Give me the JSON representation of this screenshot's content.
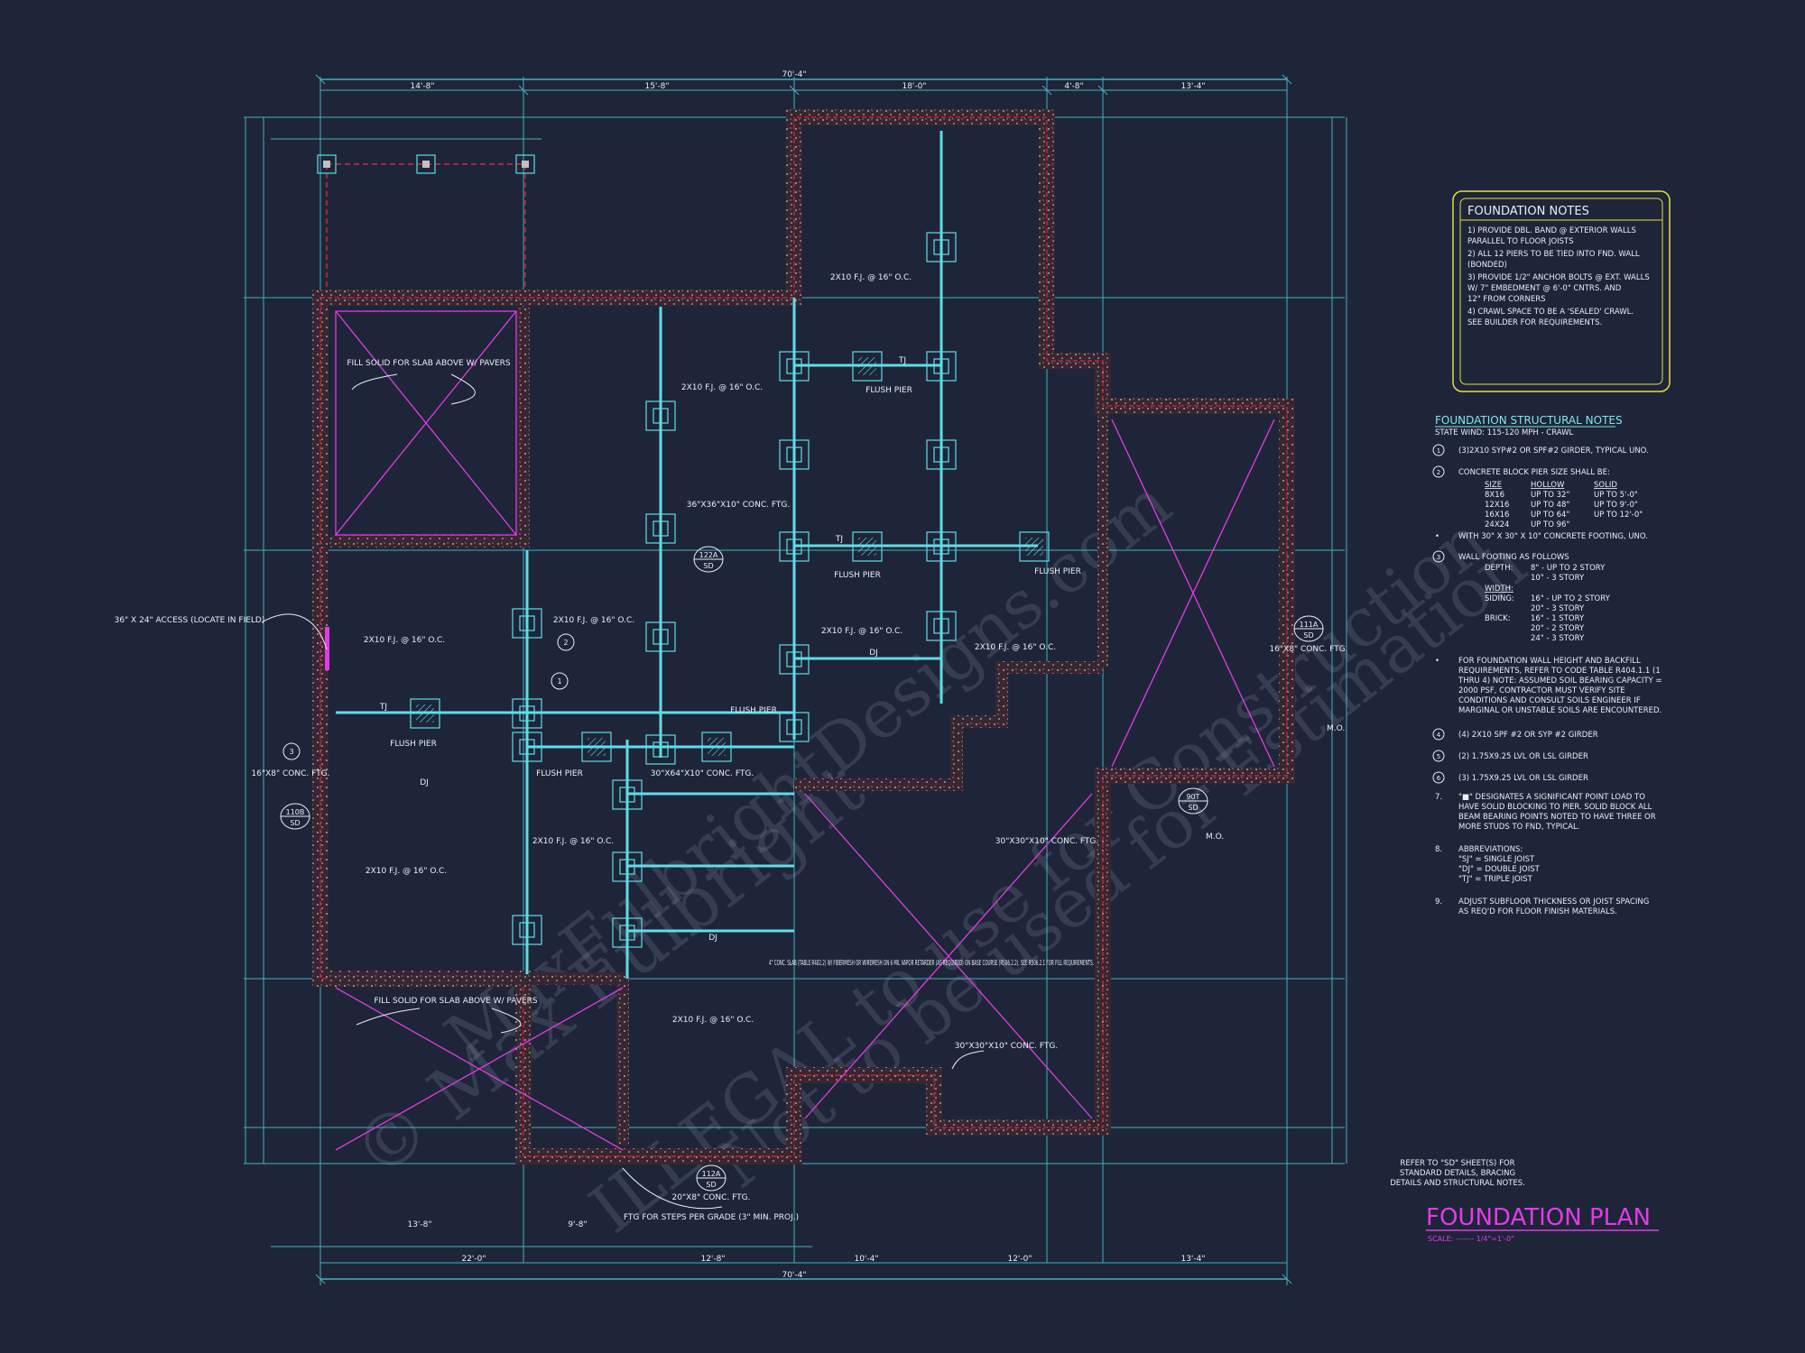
{
  "title": {
    "main": "FOUNDATION PLAN",
    "scale": "SCALE: ------- 1/4\"=1'-0\""
  },
  "refer_note": [
    "REFER TO \"SD\" SHEET(S) FOR",
    "STANDARD DETAILS, BRACING",
    "DETAILS AND STRUCTURAL NOTES."
  ],
  "foundation_notes": {
    "heading": "FOUNDATION NOTES",
    "lines": [
      "1) PROVIDE DBL. BAND @ EXTERIOR WALLS",
      "   PARALLEL TO FLOOR JOISTS",
      "2) ALL 12 PIERS TO BE TIED INTO FND. WALL",
      "   (BONDED)",
      "3) PROVIDE 1/2\" ANCHOR BOLTS @ EXT. WALLS",
      "   W/ 7\" EMBEDMENT @ 6'-0\" CNTRS. AND",
      "   12\" FROM CORNERS",
      "4) CRAWL SPACE TO BE A 'SEALED' CRAWL.",
      "   SEE BUILDER FOR REQUIREMENTS."
    ]
  },
  "structural_notes": {
    "heading": "FOUNDATION STRUCTURAL NOTES",
    "subheading": "STATE Wind: 115-120 mph - CRAWL",
    "items": [
      {
        "marker": "1",
        "lines": [
          "(3)2x10 SYP#2 OR SPF#2 GIRDER, TYPICAL UNO."
        ]
      },
      {
        "marker": "2",
        "lines": [
          "CONCRETE BLOCK PIER SIZE SHALL BE:"
        ]
      },
      {
        "marker": "",
        "lines": [
          "WITH 30\" x 30\" x 10\" CONCRETE FOOTING, UNO."
        ]
      },
      {
        "marker": "3",
        "lines": [
          "WALL FOOTING AS FOLLOWS"
        ]
      },
      {
        "marker": "•",
        "lines": [
          "FOR FOUNDATION WALL HEIGHT AND BACKFILL",
          "REQUIREMENTS, REFER TO CODE TABLE R404.1.1 (1",
          "THRU 4) NOTE: ASSUMED SOIL BEARING CAPACITY =",
          "2000 PSF, CONTRACTOR MUST VERIFY SITE",
          "CONDITIONS AND CONSULT SOILS ENGINEER IF",
          "MARGINAL OR UNSTABLE SOILS ARE ENCOUNTERED."
        ]
      },
      {
        "marker": "4",
        "lines": [
          "(4) 2x10 SPF #2 OR SYP #2 GIRDER"
        ]
      },
      {
        "marker": "5",
        "lines": [
          "(2) 1.75x9.25 LVL OR LSL GIRDER"
        ]
      },
      {
        "marker": "6",
        "lines": [
          "(3) 1.75x9.25 LVL OR LSL GIRDER"
        ]
      },
      {
        "marker": "7.",
        "lines": [
          "\"■\" DESIGNATES A SIGNIFICANT POINT LOAD TO",
          "HAVE SOLID BLOCKING TO PIER. SOLID BLOCK ALL",
          "BEAM BEARING POINTS NOTED TO HAVE THREE OR",
          "MORE STUDS TO FND, TYPICAL."
        ]
      },
      {
        "marker": "8.",
        "lines": [
          "ABBREVIATIONS:",
          "\"SJ\" = SINGLE JOIST",
          "\"DJ\" = DOUBLE JOIST",
          "\"TJ\" = TRIPLE JOIST"
        ]
      },
      {
        "marker": "9.",
        "lines": [
          "ADJUST SUBFLOOR THICKNESS OR JOIST SPACING",
          "AS REQ'D FOR FLOOR FINISH MATERIALS."
        ]
      }
    ],
    "pier_table": {
      "headers": [
        "SIZE",
        "HOLLOW",
        "SOLID"
      ],
      "rows": [
        [
          "8x16",
          "UP TO 32\"",
          "UP TO 5'-0\""
        ],
        [
          "12x16",
          "UP TO 48\"",
          "UP TO 9'-0\""
        ],
        [
          "16x16",
          "UP TO 64\"",
          "UP TO 12'-0\""
        ],
        [
          "24x24",
          "UP TO 96\"",
          ""
        ]
      ]
    },
    "footing": [
      [
        "DEPTH:",
        "8\" - UP TO 2 STORY"
      ],
      [
        "",
        "10\" - 3 STORY"
      ],
      [
        "WIDTH:",
        ""
      ],
      [
        "SIDING:",
        "16\" - UP TO 2 STORY"
      ],
      [
        "",
        "20\" - 3 STORY"
      ],
      [
        "BRICK:",
        "16\" - 1 STORY"
      ],
      [
        "",
        "20\" - 2 STORY"
      ],
      [
        "",
        "24\" - 3 STORY"
      ]
    ]
  },
  "plan_labels": [
    "FILL SOLID FOR SLAB ABOVE W/ PAVERS",
    "FILL SOLID FOR SLAB ABOVE W/ PAVERS",
    "36\" x 24\" ACCESS (LOCATE IN FIELD)",
    "4\" CONC. SLAB (TABLE R402.2) w/ FIBERMESH OR WIREMESH ON 6 MIL VAPOR RETARDER (AS REQUIRED) ON BASE COURSE (R506.2.2). SEE R506.2.1 FOR FILL REQUIREMENTS.",
    "2x10 F.J. @ 16\" O.C.",
    "FLUSH PIER",
    "36\"x36\"x10\" CONC. FTG.",
    "30\"x64\"x10\" CONC. FTG.",
    "30\"x30\"x10\" CONC. FTG.",
    "20\"x8\" CONC. FTG.",
    "FTG FOR STEPS PER GRADE (3\" MIN. PROJ.)",
    "16\"x8\" CONC. FTG.",
    "TJ",
    "DJ",
    "M.O."
  ],
  "dimensions": {
    "overall": "70'-4\"",
    "top": [
      "14'-8\"",
      "15'-8\"",
      "18'-0\"",
      "4'-8\"",
      "13'-4\""
    ],
    "bottom": [
      "22'-0\"",
      "12'-8\"",
      "10'-4\"",
      "12'-0\"",
      "13'-4\"",
      "13'-8\"",
      "9'-8\""
    ]
  },
  "watermark": [
    "© Max Fulbright",
    "MaxFulbrightDesigns.com",
    "ILLEGAL to use for Construction",
    "Not to be used for Estimation"
  ],
  "colors": {
    "background": "#1e2538",
    "cyan": "#5fdde8",
    "magenta": "#e23be6",
    "red": "#d8263a",
    "yellow": "#e3de45",
    "white": "#e8eef7"
  }
}
